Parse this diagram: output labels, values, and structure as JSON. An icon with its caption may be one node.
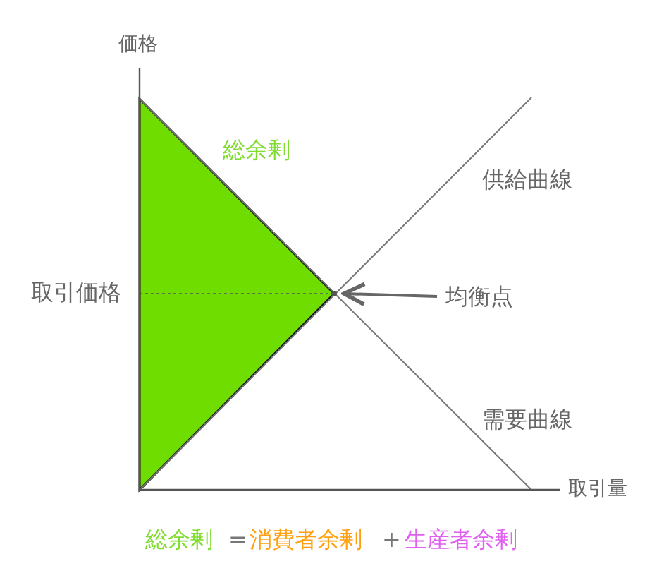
{
  "diagram": {
    "nodes": [
      {
        "text": [
          "均衡点"
        ]
      },
      {
        "text": [],
        "shape": "point"
      }
    ],
    "edges": [
      {
        "from": 0,
        "to": 1,
        "arrow": "to"
      }
    ],
    "labels": [
      "価格",
      "総余剰",
      "供給曲線",
      "取引価格",
      "需要曲線",
      "取引量",
      "総余剰",
      "=",
      "消費者余剰",
      "+",
      "生産者余剰"
    ]
  }
}
